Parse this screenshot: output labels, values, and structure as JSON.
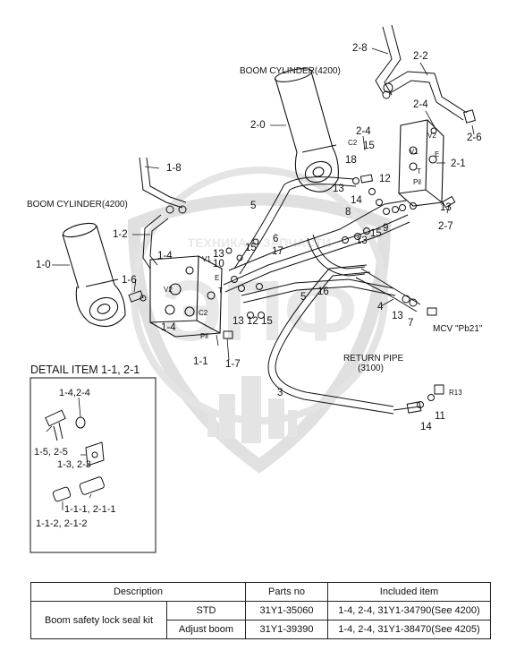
{
  "callouts": {
    "p2_8": "2-8",
    "p2_2": "2-2",
    "p2_4a": "2-4",
    "p2_6": "2-6",
    "p2_0": "2-0",
    "p2_4b": "2-4",
    "p15a": "15",
    "p2_1": "2-1",
    "p1_8": "1-8",
    "p18": "18",
    "p12a": "12",
    "p13a": "13",
    "p14a": "14",
    "p8": "8",
    "p13b": "13",
    "p5a": "5",
    "p2_7": "2-7",
    "p1_2": "1-2",
    "p6": "6",
    "p15b": "15",
    "p17": "17",
    "p13c": "13",
    "p15c": "15",
    "p9": "9",
    "p1_4a": "1-4",
    "p1_0": "1-0",
    "p13d": "13",
    "p10": "10",
    "p1_6": "1-6",
    "p16": "16",
    "p5b": "5",
    "p4": "4",
    "p13e": "13",
    "p7": "7",
    "p1_4b": "1-4",
    "p13f": "13",
    "p12b": "12",
    "p15d": "15",
    "p1_1": "1-1",
    "p1_7": "1-7",
    "p3": "3",
    "p11": "11",
    "p14b": "14"
  },
  "labels": {
    "boom_cyl_top": "BOOM CYLINDER(4200)",
    "boom_cyl_left": "BOOM CYLINDER(4200)",
    "return_pipe": "RETURN PIPE",
    "return_pipe_size": "(3100)",
    "mcv": "MCV \"Pb21\"",
    "r13": "R13"
  },
  "port_marks": {
    "c2a": "C2",
    "v1a": "V1",
    "ta": "T",
    "pila": "Pil",
    "v2a": "V2",
    "v1b": "V1",
    "eb": "E",
    "tb": "T",
    "v2b": "V2",
    "c2b": "C2",
    "pilb": "Pil",
    "ea": "E"
  },
  "watermark": {
    "text": "ТЕХНИКА И ЗАПЧАСТИ",
    "logo": "ЭПФ"
  },
  "detail": {
    "title": "DETAIL ITEM 1-1, 2-1",
    "l1": "1-4,2-4",
    "l2": "1-5, 2-5",
    "l3": "1-3, 2-3",
    "l4": "1-1-1, 2-1-1",
    "l5": "1-1-2, 2-1-2"
  },
  "table": {
    "headers": [
      "Description",
      "Parts no",
      "Included item"
    ],
    "kit": "Boom safety lock seal kit",
    "rows": [
      {
        "variant": "STD",
        "part": "31Y1-35060",
        "items": "1-4, 2-4, 31Y1-34790(See 4200)"
      },
      {
        "variant": "Adjust boom",
        "part": "31Y1-39390",
        "items": "1-4, 2-4, 31Y1-38470(See 4205)"
      }
    ]
  }
}
